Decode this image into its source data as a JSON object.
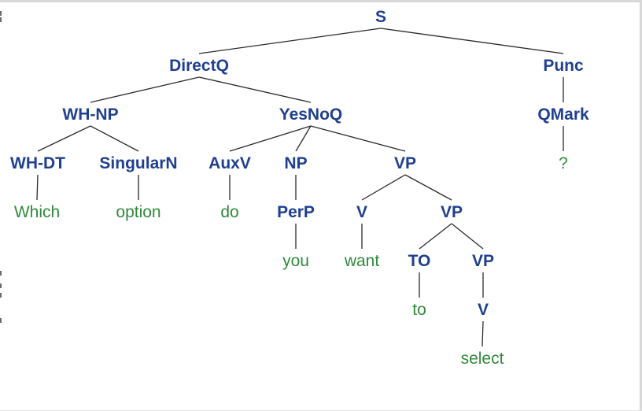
{
  "tree": {
    "label": "S",
    "children": [
      {
        "label": "DirectQ",
        "children": [
          {
            "label": "WH-NP",
            "children": [
              {
                "label": "WH-DT",
                "children": [
                  {
                    "word": "Which"
                  }
                ]
              },
              {
                "label": "SingularN",
                "children": [
                  {
                    "word": "option"
                  }
                ]
              }
            ]
          },
          {
            "label": "YesNoQ",
            "children": [
              {
                "label": "AuxV",
                "children": [
                  {
                    "word": "do"
                  }
                ]
              },
              {
                "label": "NP",
                "children": [
                  {
                    "label": "PerP",
                    "children": [
                      {
                        "word": "you"
                      }
                    ]
                  }
                ]
              },
              {
                "label": "VP",
                "children": [
                  {
                    "label": "V",
                    "children": [
                      {
                        "word": "want"
                      }
                    ]
                  },
                  {
                    "label": "VP",
                    "children": [
                      {
                        "label": "TO",
                        "children": [
                          {
                            "word": "to"
                          }
                        ]
                      },
                      {
                        "label": "VP",
                        "children": [
                          {
                            "label": "V",
                            "children": [
                              {
                                "word": "select"
                              }
                            ]
                          }
                        ]
                      }
                    ]
                  }
                ]
              }
            ]
          }
        ]
      },
      {
        "label": "Punc",
        "children": [
          {
            "label": "QMark",
            "children": [
              {
                "word": "?"
              }
            ]
          }
        ]
      }
    ]
  },
  "colors": {
    "category": "#1f3f8f",
    "word": "#2f8a3c",
    "edge": "#2b2b2b"
  }
}
